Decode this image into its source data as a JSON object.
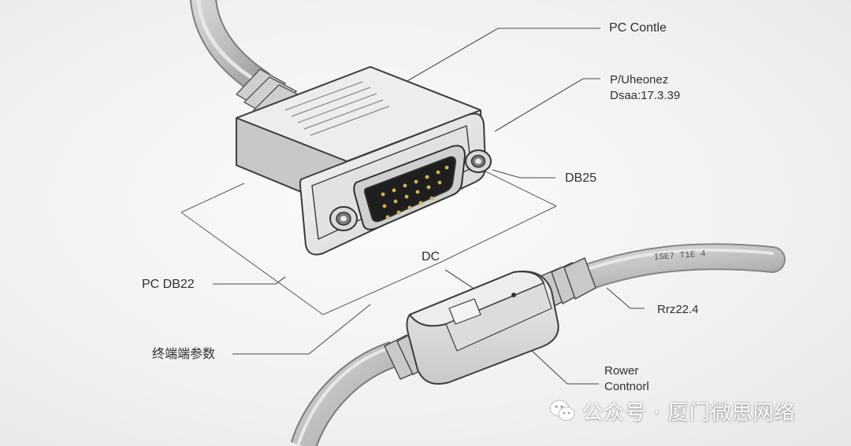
{
  "labels": {
    "pc_contle": "PC Contle",
    "p_line1": "P/Uheonez",
    "p_line2": "Dsaa:17.3.39",
    "db25": "DB25",
    "dc": "DC",
    "pc_db22": "PC DB22",
    "cn_param": "终端端参数",
    "rate": "Rrz22.4",
    "rower_line1": "Rower",
    "rower_line2": "Contnorl"
  },
  "cable_print": "ISE7 T1E 4",
  "watermark": {
    "icon": "wechat-icon",
    "text": "公众号 · 厦门微思网络"
  },
  "colors": {
    "line": "#4a4a4a",
    "connector_body": "#d9d9d9",
    "pin_block": "#1c1c1c",
    "pin": "#d8b04a"
  }
}
